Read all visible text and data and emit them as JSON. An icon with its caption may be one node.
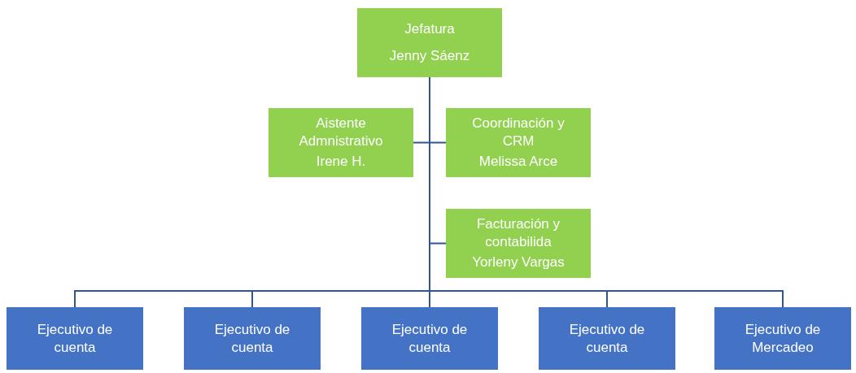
{
  "diagram": {
    "nodes": [
      {
        "text": [
          "Jefatura",
          "Jenny Sáenz"
        ]
      },
      {
        "text": [
          "Aistente Admnistrativo",
          "Irene H."
        ]
      },
      {
        "text": [
          "Coordinación y CRM",
          "Melissa Arce"
        ]
      },
      {
        "text": [
          "Facturación y contabilida",
          "Yorleny Vargas"
        ]
      },
      {
        "text": [
          "Ejecutivo de cuenta"
        ]
      },
      {
        "text": [
          "Ejecutivo de cuenta"
        ]
      },
      {
        "text": [
          "Ejecutivo de cuenta"
        ]
      },
      {
        "text": [
          "Ejecutivo de cuenta"
        ]
      },
      {
        "text": [
          "Ejecutivo de Mercadeo"
        ]
      }
    ],
    "edges": [
      {
        "from": 0,
        "to": 1,
        "arrow": "none"
      },
      {
        "from": 0,
        "to": 2,
        "arrow": "none"
      },
      {
        "from": 0,
        "to": 3,
        "arrow": "none"
      },
      {
        "from": 0,
        "to": 4,
        "arrow": "none"
      },
      {
        "from": 0,
        "to": 5,
        "arrow": "none"
      },
      {
        "from": 0,
        "to": 6,
        "arrow": "none"
      },
      {
        "from": 0,
        "to": 7,
        "arrow": "none"
      },
      {
        "from": 0,
        "to": 8,
        "arrow": "none"
      }
    ]
  }
}
